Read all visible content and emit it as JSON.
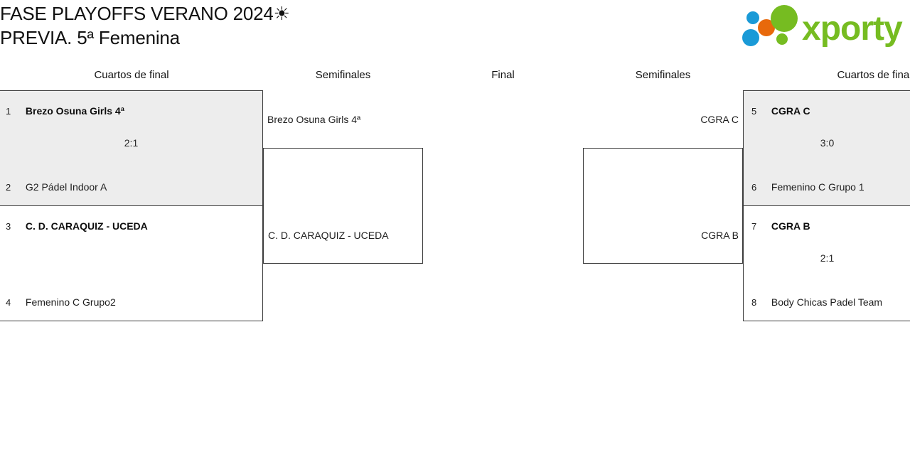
{
  "header": {
    "title": "FASE PLAYOFFS VERANO 2024☀\nPREVIA. 5ª Femenina",
    "logo_text": "xporty",
    "logo_colors": {
      "green": "#76bc21",
      "orange": "#e8690b",
      "blue": "#1a9ad7"
    }
  },
  "rounds": {
    "qf_left": "Cuartos de final",
    "sf_left": "Semifinales",
    "final": "Final",
    "sf_right": "Semifinales",
    "qf_right": "Cuartos de final"
  },
  "bracket": {
    "quarterfinals_left": [
      {
        "score": "2:1",
        "top": {
          "seed": "1",
          "name": "Brezo Osuna Girls 4ª",
          "winner": true
        },
        "bottom": {
          "seed": "2",
          "name": "G2 Pádel Indoor A",
          "winner": false
        }
      },
      {
        "score": "",
        "top": {
          "seed": "3",
          "name": "C. D. CARAQUIZ - UCEDA",
          "winner": true
        },
        "bottom": {
          "seed": "4",
          "name": "Femenino C Grupo2",
          "winner": false
        }
      }
    ],
    "quarterfinals_right": [
      {
        "score": "3:0",
        "top": {
          "seed": "5",
          "name": "CGRA C",
          "winner": true
        },
        "bottom": {
          "seed": "6",
          "name": "Femenino C Grupo 1",
          "winner": false
        }
      },
      {
        "score": "2:1",
        "top": {
          "seed": "7",
          "name": "CGRA B",
          "winner": true
        },
        "bottom": {
          "seed": "8",
          "name": "Body Chicas Padel Team",
          "winner": false
        }
      }
    ],
    "semifinal_left": {
      "top_advance": "Brezo Osuna Girls 4ª",
      "bottom_advance": "C. D. CARAQUIZ - UCEDA",
      "score": ""
    },
    "semifinal_right": {
      "top_advance": "CGRA C",
      "bottom_advance": "CGRA B",
      "score": ""
    }
  },
  "colors": {
    "shaded_row": "#ededed",
    "border": "#3b3b3b",
    "text": "#1d1d1d"
  }
}
